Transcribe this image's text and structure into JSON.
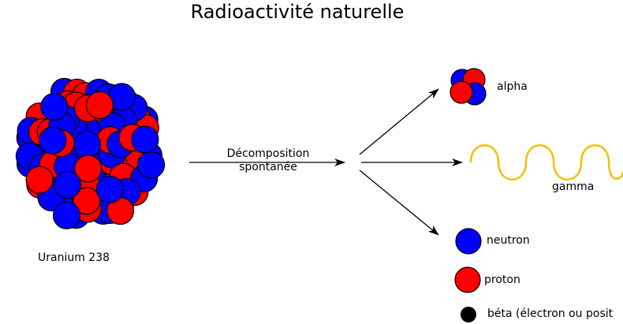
{
  "title": "Radioactivité naturelle",
  "nucleus_label": "Uranium 238",
  "arrow_label": {
    "line1": "Décomposition",
    "line2": "spontanée"
  },
  "products": {
    "alpha": "alpha",
    "gamma": "gamma",
    "neutron": "neutron",
    "proton": "proton",
    "beta": "béta (électron ou posit"
  },
  "colors": {
    "proton": "#ff0000",
    "neutron": "#0000ff",
    "gamma_wave": "#f2c000",
    "beta": "#000000"
  }
}
